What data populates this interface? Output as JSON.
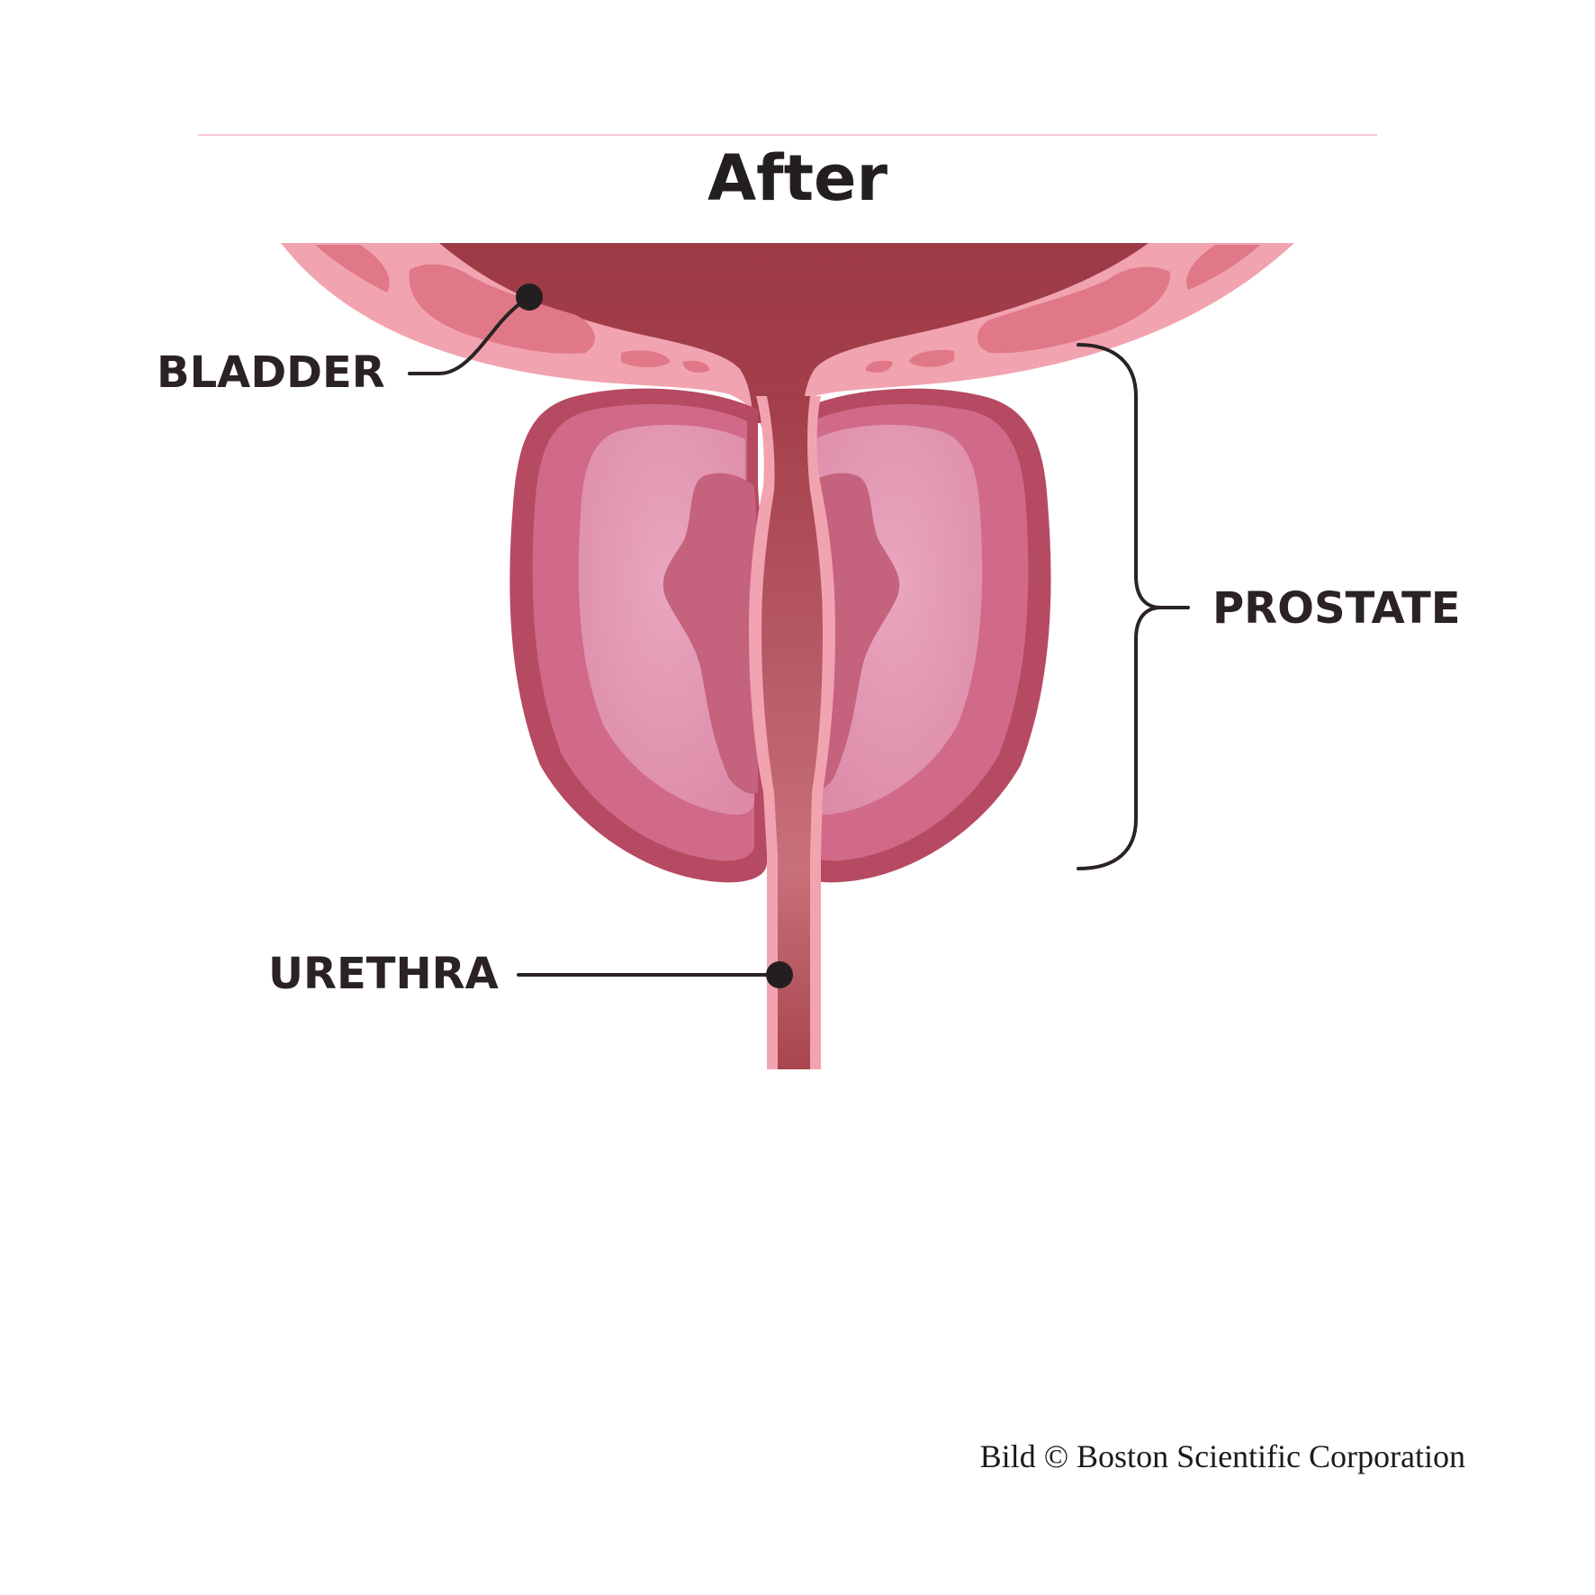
{
  "title": "After",
  "labels": {
    "bladder": "BLADDER",
    "prostate": "PROSTATE",
    "urethra": "URETHRA"
  },
  "credit": "Bild © Boston Scientific Corporation",
  "colors": {
    "bladder_lumen": "#a23e4a",
    "bladder_wall": "#f2a3b0",
    "bladder_muscle": "#e07888",
    "prostate_outer": "#b64a62",
    "prostate_capsule": "#d46f8c",
    "prostate_middle": "#df8fab",
    "prostate_inner": "#c5627d",
    "urethra_lining": "#f2a3b0",
    "urethra_lumen": "#a8404c",
    "leader_line": "#2a2224"
  }
}
